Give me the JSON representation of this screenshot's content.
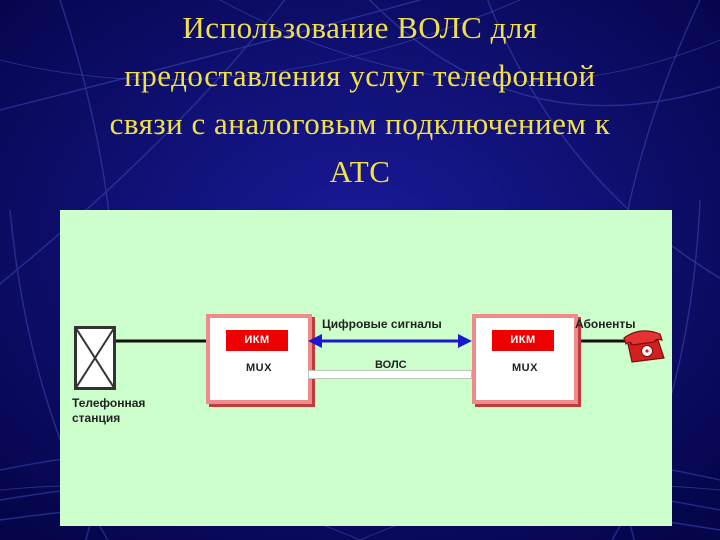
{
  "title": {
    "line1": "Использование ВОЛС для",
    "line2": "предоставления услуг телефонной",
    "line3": "связи с аналоговым подключением к",
    "line4": "АТС"
  },
  "diagram": {
    "station_label_line1": "Телефонная",
    "station_label_line2": "станция",
    "left_mux": {
      "ikm": "ИКМ",
      "mux": "MUX"
    },
    "right_mux": {
      "ikm": "ИКМ",
      "mux": "MUX"
    },
    "digital_signals_label": "Цифровые сигналы",
    "fiber_label": "ВОЛС",
    "subscribers_label": "Абоненты"
  },
  "colors": {
    "slide_background": "#0d0d6b",
    "title": "#f2e04a",
    "diagram_background": "#ccffcc",
    "mux_border": "#ef8b8b",
    "ikm_fill": "#ee0000",
    "signal_arrow": "#1a1acc",
    "phone": "#d41f1f"
  },
  "icons": {
    "station": "crossed-box-icon",
    "subscriber": "telephone-icon"
  }
}
